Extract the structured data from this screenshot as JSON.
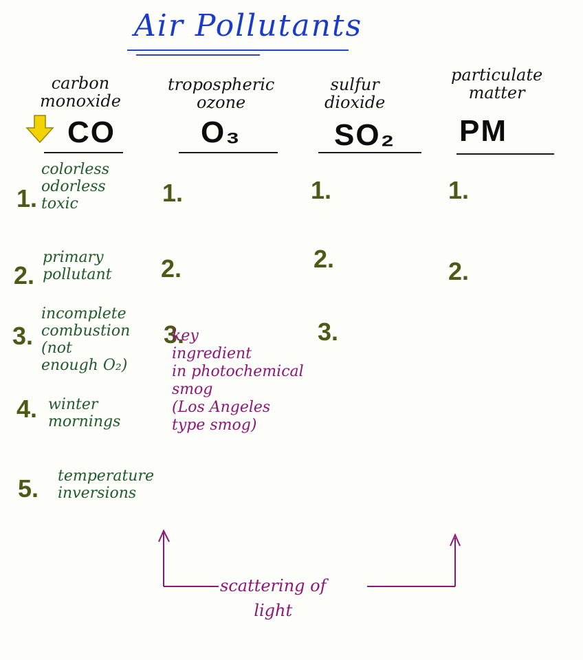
{
  "title": "Air Pollutants",
  "columns": [
    {
      "name": "carbon\nmonoxide",
      "formula": "CO",
      "marker": "down-arrow-icon",
      "items": [
        {
          "number": "1.",
          "text": "colorless\nodorless\ntoxic"
        },
        {
          "number": "2.",
          "text": "primary\npollutant"
        },
        {
          "number": "3.",
          "text": "incomplete\ncombustion\n(not\nenough O₂)"
        },
        {
          "number": "4.",
          "text": "winter\nmornings"
        },
        {
          "number": "5.",
          "text": "temperature\ninversions"
        }
      ]
    },
    {
      "name": "tropospheric\nozone",
      "formula": "O₃",
      "items": [
        {
          "number": "1.",
          "text": ""
        },
        {
          "number": "2.",
          "text": ""
        },
        {
          "number": "3.",
          "text": "key\ningredient\nin photochemical\nsmog\n(Los Angeles\ntype smog)"
        }
      ]
    },
    {
      "name": "sulfur\ndioxide",
      "formula": "SO₂",
      "items": [
        {
          "number": "1.",
          "text": ""
        },
        {
          "number": "2.",
          "text": ""
        },
        {
          "number": "3.",
          "text": ""
        }
      ]
    },
    {
      "name": "particulate\nmatter",
      "formula": "PM",
      "items": [
        {
          "number": "1.",
          "text": ""
        },
        {
          "number": "2.",
          "text": ""
        }
      ]
    }
  ],
  "footer_note": "scattering of\nlight",
  "colors": {
    "title": "#1a3cc9",
    "numbers": "#4d5a17",
    "notes": "#1f5a2c",
    "magenta_notes": "#8e1679",
    "arrow_marker": "#f2d200"
  }
}
